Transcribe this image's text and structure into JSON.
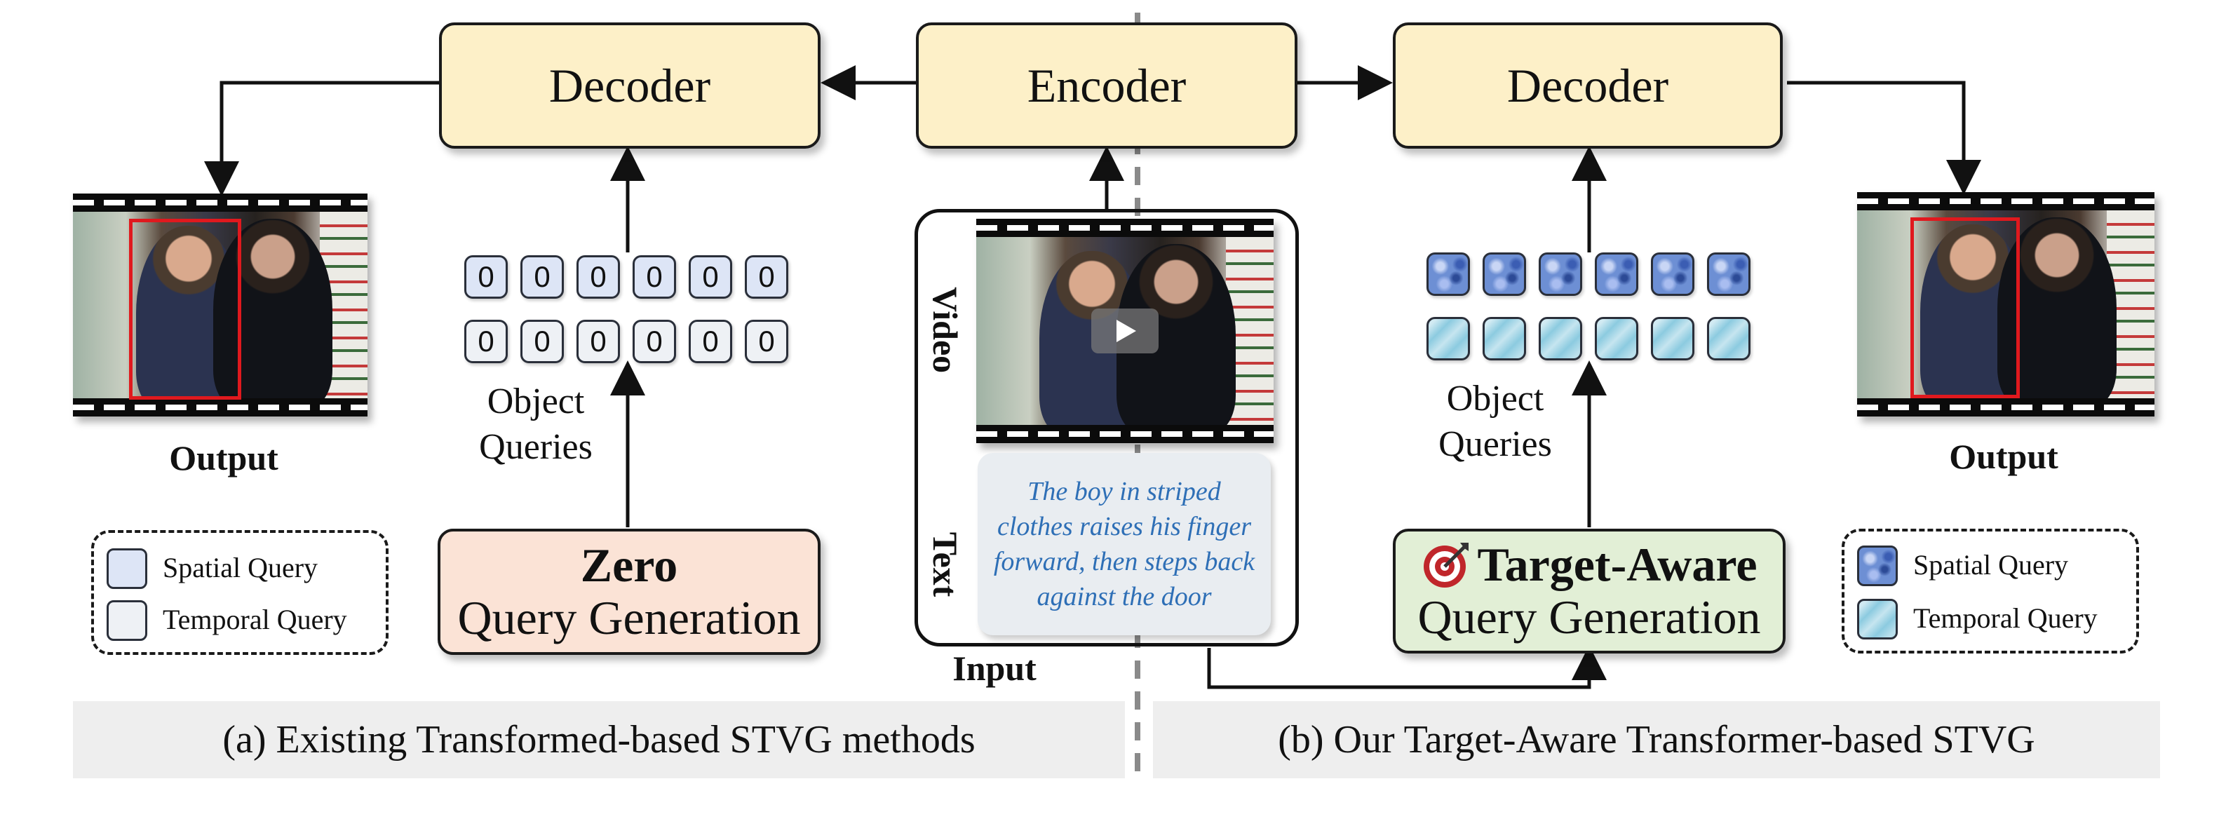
{
  "left_panel": {
    "decoder_label": "Decoder",
    "output_label": "Output",
    "object_queries_label": "Object Queries",
    "zero_title": "Zero",
    "zero_subtitle": "Query Generation",
    "query_values_row1": [
      "0",
      "0",
      "0",
      "0",
      "0",
      "0"
    ],
    "query_values_row2": [
      "0",
      "0",
      "0",
      "0",
      "0",
      "0"
    ],
    "legend": {
      "spatial": "Spatial Query",
      "temporal": "Temporal Query"
    },
    "caption": "(a) Existing Transformed-based STVG methods"
  },
  "center_panel": {
    "encoder_label": "Encoder",
    "video_label": "Video",
    "text_label": "Text",
    "input_label": "Input",
    "text_query": "The boy in striped clothes raises his finger forward, then steps back against the door"
  },
  "right_panel": {
    "decoder_label": "Decoder",
    "output_label": "Output",
    "object_queries_label": "Object Queries",
    "target_title": "Target-Aware",
    "target_subtitle": "Query Generation",
    "legend": {
      "spatial": "Spatial Query",
      "temporal": "Temporal Query"
    },
    "caption": "(b) Our Target-Aware Transformer-based STVG"
  },
  "colors": {
    "module_fill": "#fdf0c8",
    "zero_fill": "#fbe3d6",
    "target_fill": "#e2efd6",
    "box_red": "#e0191e",
    "text_query_blue": "#2e6fb6",
    "caption_bg": "#eeeeee"
  },
  "icons": [
    "target-icon",
    "play-icon"
  ]
}
